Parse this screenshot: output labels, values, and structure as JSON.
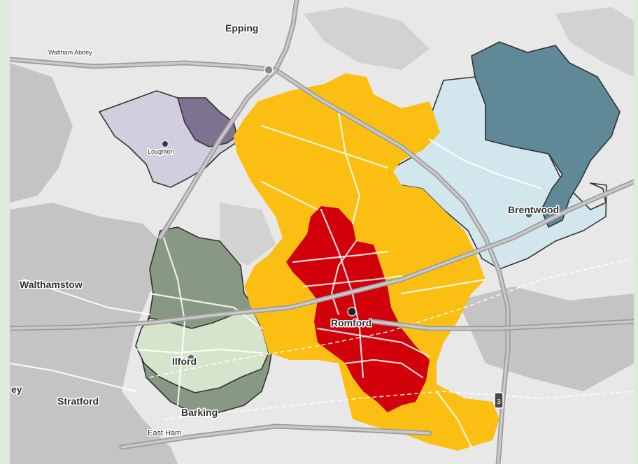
{
  "map": {
    "places": {
      "epping": "Epping",
      "waltham_abbey": "Waltham Abbey",
      "loughton": "Loughton",
      "brentwood": "Brentwood",
      "walthamstow": "Walthamstow",
      "romford": "Romford",
      "ilford": "Ilford",
      "stratford": "Stratford",
      "barking": "Barking",
      "east_ham": "East Ham",
      "ey_partial": "ey"
    },
    "zone_colors": {
      "romford_core": "#d2000a",
      "romford_outer": "#fbbf14",
      "brentwood_core": "#5f8996",
      "brentwood_outer": "#d2e6ee",
      "ilford_core": "#879883",
      "ilford_outer": "#d6e4cc",
      "loughton_core": "#7d7390",
      "loughton_outer": "#d2cede"
    },
    "icons": [
      "town-centre-marker-icon",
      "motorway-junction-icon"
    ]
  }
}
